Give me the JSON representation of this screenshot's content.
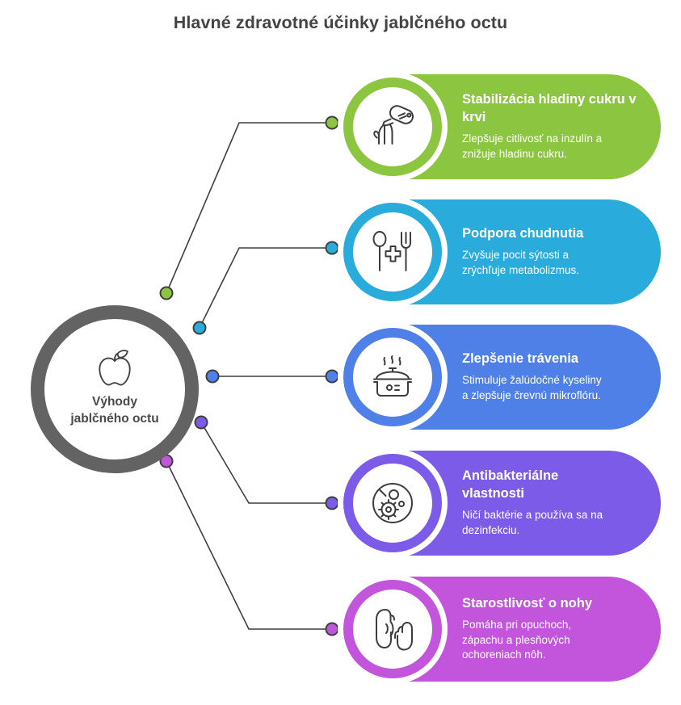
{
  "title": "Hlavné zdravotné účinky jablčného octu",
  "center": {
    "label_line1": "Výhody",
    "label_line2": "jablčného octu",
    "icon": "apple-icon",
    "ring_color": "#636363"
  },
  "cards": [
    {
      "title": "Stabilizácia hladiny cukru v krvi",
      "desc_line1": "Zlepšuje citlivosť na inzulín a",
      "desc_line2": "znižuje hladinu cukru.",
      "color": "#8CC540",
      "icon": "glucose-meter-icon"
    },
    {
      "title": "Podpora chudnutia",
      "desc_line1": "Zvyšuje pocit sýtosti a",
      "desc_line2": "zrýchľuje metabolizmus.",
      "color": "#29ABDC",
      "icon": "cutlery-cross-icon"
    },
    {
      "title": "Zlepšenie trávenia",
      "desc_line1": "Stimuluje žalúdočné kyseliny",
      "desc_line2": "a zlepšuje črevnú mikroflóru.",
      "color": "#4F80E8",
      "icon": "cooking-pot-icon"
    },
    {
      "title": "Antibakteriálne vlastnosti",
      "desc_line1": "Ničí baktérie a používa sa na",
      "desc_line2": "dezinfekciu.",
      "color": "#7B5BE8",
      "icon": "bacteria-petri-dish-icon"
    },
    {
      "title": "Starostlivosť o nohy",
      "desc_line1": "Pomáha pri opuchoch,",
      "desc_line2": "zápachu a plesňových",
      "desc_line3": "ochoreniach nôh.",
      "color": "#C255DC",
      "icon": "foot-care-icon"
    }
  ]
}
